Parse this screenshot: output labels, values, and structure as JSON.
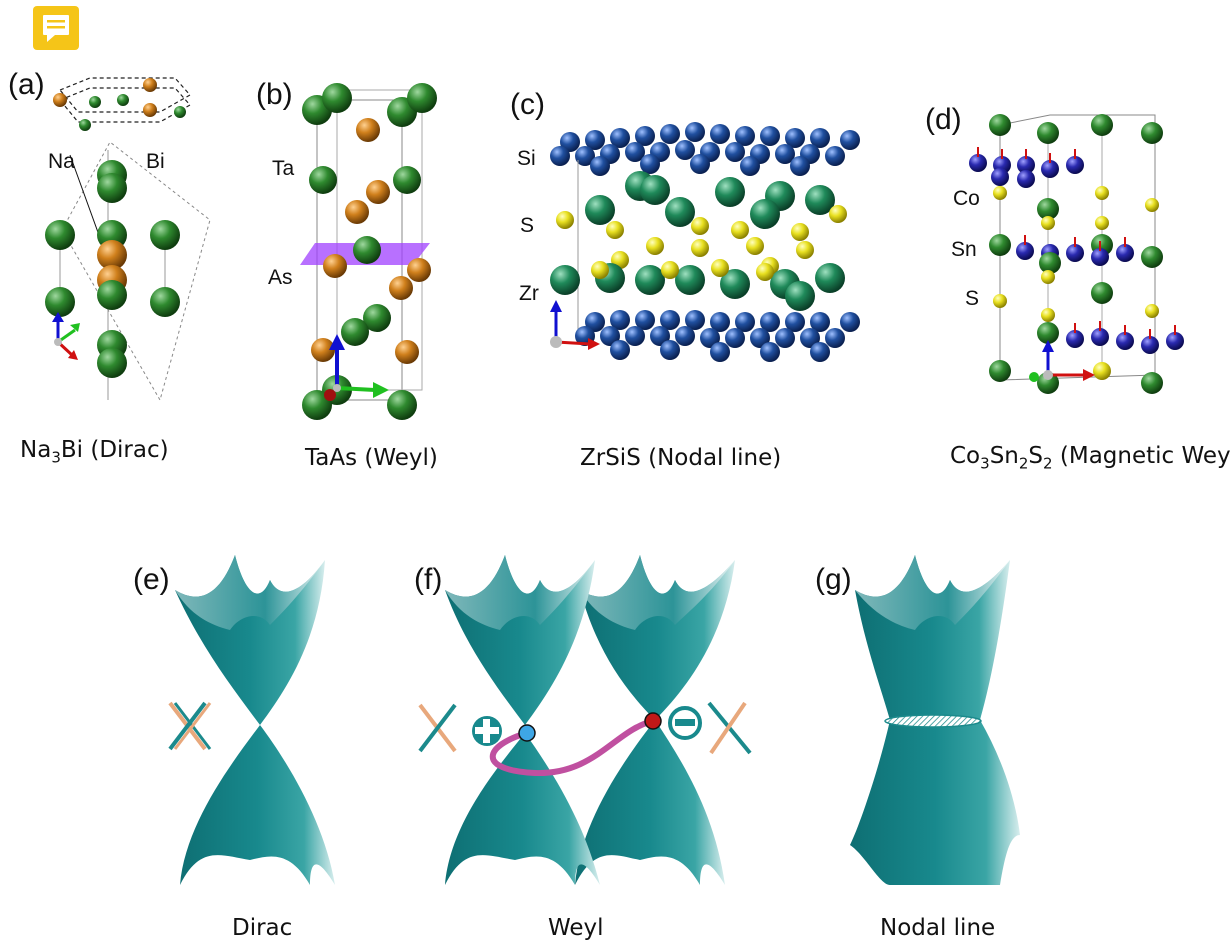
{
  "panels": {
    "a": {
      "label": "(a)",
      "atoms": [
        "Na",
        "Bi"
      ],
      "caption_main": "Na",
      "caption_sub": "3",
      "caption_rest": "Bi (Dirac)"
    },
    "b": {
      "label": "(b)",
      "atoms": [
        "Ta",
        "As"
      ],
      "caption": "TaAs (Weyl)"
    },
    "c": {
      "label": "(c)",
      "atoms": [
        "Si",
        "S",
        "Zr"
      ],
      "caption": "ZrSiS (Nodal line)"
    },
    "d": {
      "label": "(d)",
      "atoms": [
        "Co",
        "Sn",
        "S"
      ],
      "caption_parts": [
        "Co",
        "3",
        "Sn",
        "2",
        "S",
        "2",
        " (Magnetic Weyl)"
      ]
    },
    "e": {
      "label": "(e)",
      "caption": "Dirac"
    },
    "f": {
      "label": "(f)",
      "caption": "Weyl"
    },
    "g": {
      "label": "(g)",
      "caption": "Nodal line"
    }
  },
  "colors": {
    "na_green": "#2a7a2a",
    "bi_orange": "#c77a1a",
    "zr_green": "#1f7a55",
    "si_blue": "#1e4f8f",
    "s_yellow": "#e8e01a",
    "co_blue": "#2a2aa8",
    "cone_teal": "#127e82",
    "weyl_curve": "#c050a0",
    "plus_node": "#3ea6e6",
    "minus_node": "#c01818"
  },
  "icons": [
    "comment-note-icon"
  ]
}
